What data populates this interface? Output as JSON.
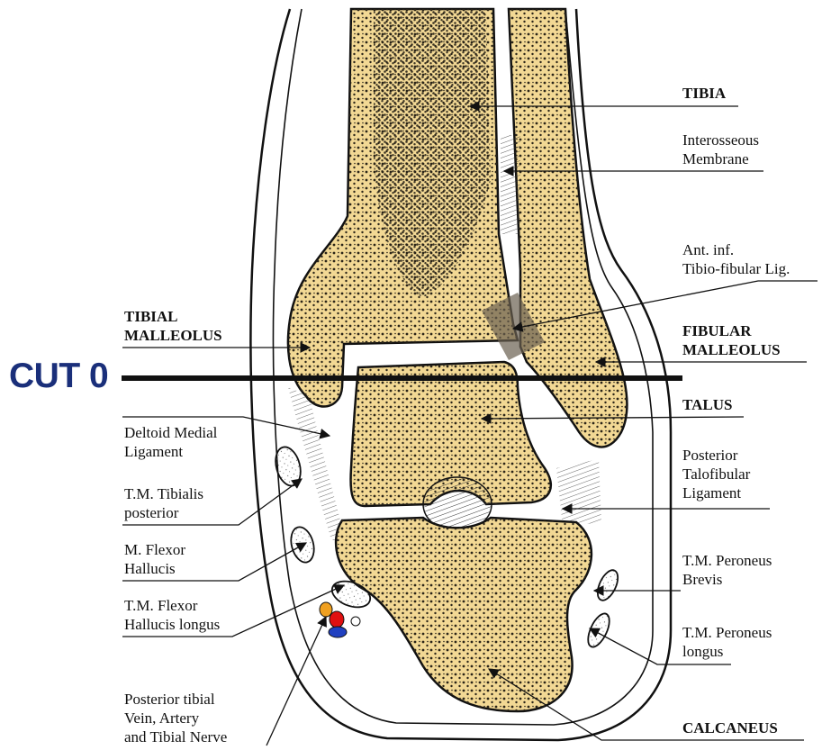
{
  "cut_label": "CUT 0",
  "labels": {
    "tibia": "TIBIA",
    "interosseous": [
      "Interosseous",
      "Membrane"
    ],
    "ant_inf": [
      "Ant. inf.",
      "Tibio-fibular Lig."
    ],
    "tibial_malleolus": [
      "TIBIAL",
      "MALLEOLUS"
    ],
    "fibular_malleolus": [
      "FIBULAR",
      "MALLEOLUS"
    ],
    "talus": "TALUS",
    "deltoid": [
      "Deltoid Medial",
      "Ligament"
    ],
    "post_talofibular": [
      "Posterior",
      "Talofibular",
      "Ligament"
    ],
    "tm_tibialis": [
      "T.M. Tibialis",
      "posterior"
    ],
    "m_flexor": [
      "M. Flexor",
      "Hallucis"
    ],
    "tm_peroneus_brevis": [
      "T.M. Peroneus",
      "Brevis"
    ],
    "tm_flexor_longus": [
      "T.M. Flexor",
      "Hallucis longus"
    ],
    "tm_peroneus_longus": [
      "T.M. Peroneus",
      "longus"
    ],
    "post_tibial": [
      "Posterior tibial",
      "Vein, Artery",
      "and Tibial Nerve"
    ],
    "calcaneus": "CALCANEUS"
  },
  "colors": {
    "bone": "#f2d894",
    "outline": "#111111",
    "cut_text": "#1a2f7a",
    "vein": "#f0a020",
    "artery": "#e01010",
    "nerve": "#2040c0"
  }
}
